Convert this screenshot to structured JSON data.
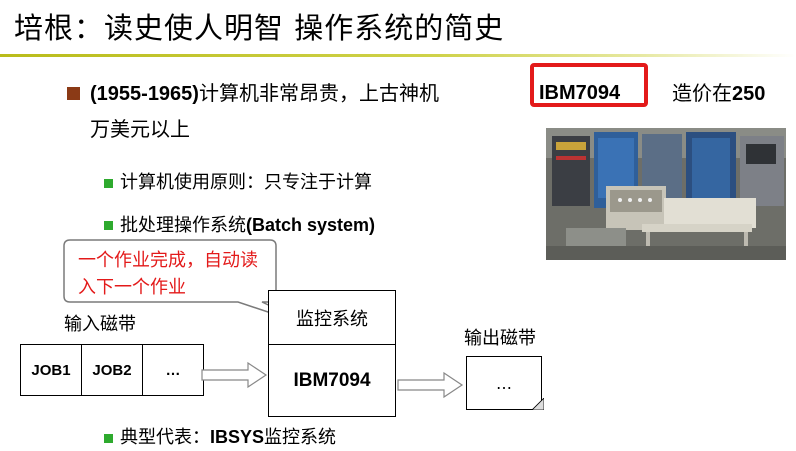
{
  "slide": {
    "title": "培根：读史使人明智    操作系统的简史",
    "bullet1": {
      "prefix_bold": "(1955-1965)",
      "text_a": "计算机非常昂贵，上古神机",
      "highlight": "IBM7094",
      "text_b": "造价在",
      "number": "250",
      "text_c": "万美元以上"
    },
    "sub_bullets": [
      {
        "text": "计算机使用原则：只专注于计算"
      },
      {
        "text": "批处理操作系统",
        "bold": "(Batch system)"
      }
    ],
    "callout": "一个作业完成，自动读入下一个作业",
    "diagram": {
      "input_label": "输入磁带",
      "output_label": "输出磁带",
      "tape_cells": [
        "JOB1",
        "JOB2",
        "…"
      ],
      "monitor": "监控系统",
      "machine": "IBM7094",
      "output_cell": "…"
    },
    "last_bullet": {
      "text": "典型代表：",
      "bold": "IBSYS",
      "tail": "监控系统"
    }
  },
  "colors": {
    "title_rule": "#b9bc1a",
    "bullet": "#8b3a16",
    "sub_bullet": "#2eaa2e",
    "highlight": "#e31a1a"
  }
}
